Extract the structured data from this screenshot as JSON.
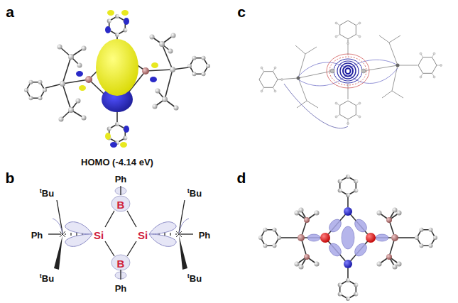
{
  "diagram": {
    "labels": [
      "a",
      "HOMO (-4.14 eV)",
      "c",
      "b",
      "Ph",
      "tBu",
      "tBu",
      "B",
      "Ph",
      "Si",
      "Si",
      "Ph",
      "B",
      "tBu",
      "tBu",
      "Ph",
      "d"
    ]
  }
}
